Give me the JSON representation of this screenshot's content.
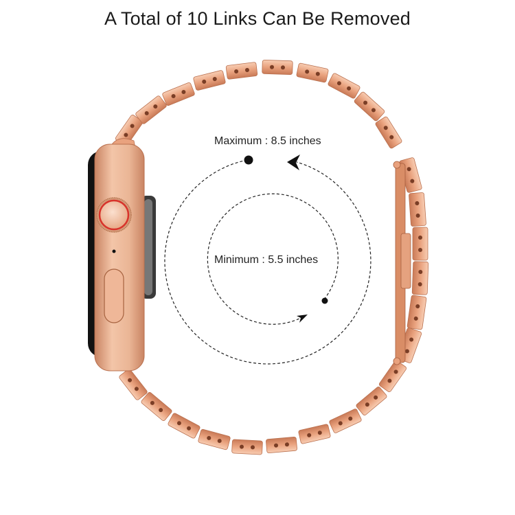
{
  "title": "A Total of 10 Links Can Be Removed",
  "annotations": {
    "maximum": {
      "label": "Maximum : 8.5 inches",
      "name": "Maximum",
      "value": 8.5,
      "unit": "inches"
    },
    "minimum": {
      "label": "Minimum : 5.5 inches",
      "name": "Minimum",
      "value": 5.5,
      "unit": "inches"
    }
  },
  "product": {
    "type": "watch band",
    "style": "metal link bracelet",
    "removable_links": 10
  },
  "colors": {
    "band": "#e9a27e",
    "band_shadow": "#c97a57",
    "band_highlight": "#f8cdb3",
    "watch_case": "#eab595",
    "watch_case_dark": "#c98463",
    "crown_ring": "#d8332b",
    "dashed_line": "#222222",
    "text": "#1a1a1a"
  }
}
